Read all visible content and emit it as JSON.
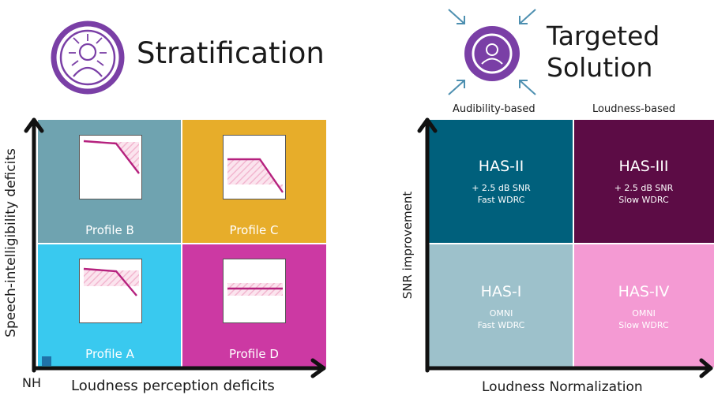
{
  "left_panel": {
    "title": "Stratification",
    "y_axis_label": "Speech-intelligibility deficits",
    "x_axis_label": "Loudness perception deficits",
    "origin_label": "NH",
    "profiles": [
      {
        "id": "B",
        "label": "Profile B",
        "color": "#6fa3b0"
      },
      {
        "id": "C",
        "label": "Profile C",
        "color": "#e7ad2a"
      },
      {
        "id": "A",
        "label": "Profile A",
        "color": "#39c9ef"
      },
      {
        "id": "D",
        "label": "Profile D",
        "color": "#cc39a3"
      }
    ],
    "mini_plot_color": "#b5217e",
    "mini_hatch_color": "#f2b6cf"
  },
  "right_panel": {
    "title_line1": "Targeted",
    "title_line2": "Solution",
    "column_headers": [
      "Audibility-based",
      "Loudness-based"
    ],
    "y_axis_label": "SNR improvement",
    "x_axis_label": "Loudness Normalization",
    "cells": [
      {
        "name": "HAS-II",
        "line1": "+ 2.5 dB SNR",
        "line2": "Fast WDRC",
        "color": "#00607c",
        "text_color": "#ffffff"
      },
      {
        "name": "HAS-III",
        "line1": "+ 2.5 dB SNR",
        "line2": "Slow WDRC",
        "color": "#5c0c45",
        "text_color": "#ffffff"
      },
      {
        "name": "HAS-I",
        "line1": "OMNI",
        "line2": "Fast WDRC",
        "color": "#9dc1cb",
        "text_color": "#ffffff"
      },
      {
        "name": "HAS-IV",
        "line1": "OMNI",
        "line2": "Slow WDRC",
        "color": "#f49ad3",
        "text_color": "#ffffff"
      }
    ]
  },
  "colors": {
    "logo_purple": "#7a3fa6",
    "arrow_blue": "#4d8fb0"
  },
  "icons": [
    "person-radiating-arrows-icon",
    "person-converging-arrows-icon"
  ]
}
